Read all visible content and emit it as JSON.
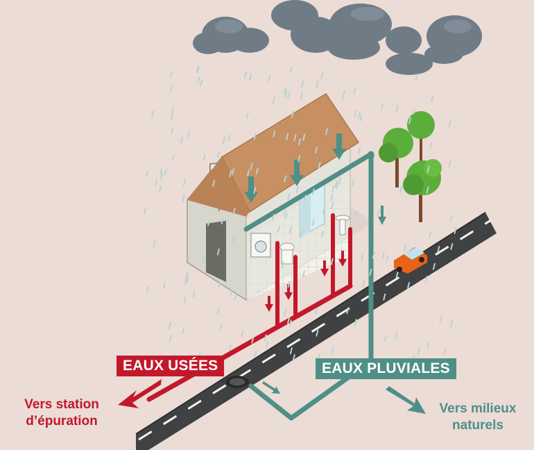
{
  "labels": {
    "eaux_usees": "EAUX USÉES",
    "eaux_pluviales": "EAUX PLUVIALES",
    "vers_station_line1": "Vers station",
    "vers_station_line2": "d’épuration",
    "vers_milieux_line1": "Vers milieux",
    "vers_milieux_line2": "naturels"
  },
  "colors": {
    "background": "#ecdcd6",
    "waste_water": "#c3182b",
    "rain_water": "#4f8f86",
    "road": "#3f4143",
    "roof": "#c69063",
    "wall": "#d9d8cf",
    "cloud": "#6f7c86",
    "tree": "#5cae3a",
    "car": "#e8621a"
  }
}
